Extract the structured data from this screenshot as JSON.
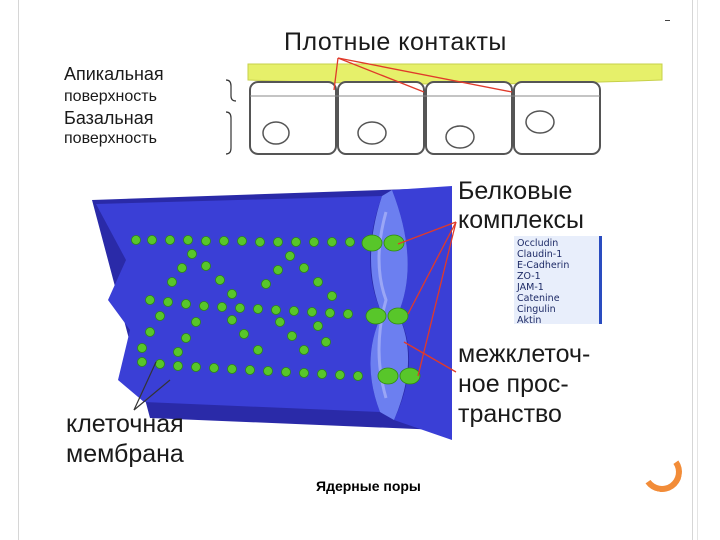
{
  "title": "Плотные контакты",
  "left_labels": {
    "apical_1": "Апикальная",
    "apical_2": "поверхность",
    "basal_1": "Базальная",
    "basal_2": "поверхность"
  },
  "protein_complexes": {
    "line1": "Белковые",
    "line2": "комплексы",
    "items": [
      "Occludin",
      "Claudin-1",
      "E-Cadherin",
      "ZO-1",
      "JAM-1",
      "Catenine",
      "Cingulin",
      "Aktin"
    ]
  },
  "intercellular_space": {
    "line1": "межклеточ-",
    "line2": "ное прос-",
    "line3": "транство"
  },
  "cell_membrane": {
    "line1": "клеточная",
    "line2": "мембрана"
  },
  "caption": "Ядерные поры",
  "colors": {
    "membrane_blue": "#3a3fd6",
    "membrane_dark": "#2a2aa8",
    "membrane_light": "#7c8cf0",
    "protein_green": "#58c62a",
    "apical_yellow": "#e6f06a",
    "pointer_red": "#e03a2a",
    "accent_orange": "#f28c38"
  }
}
